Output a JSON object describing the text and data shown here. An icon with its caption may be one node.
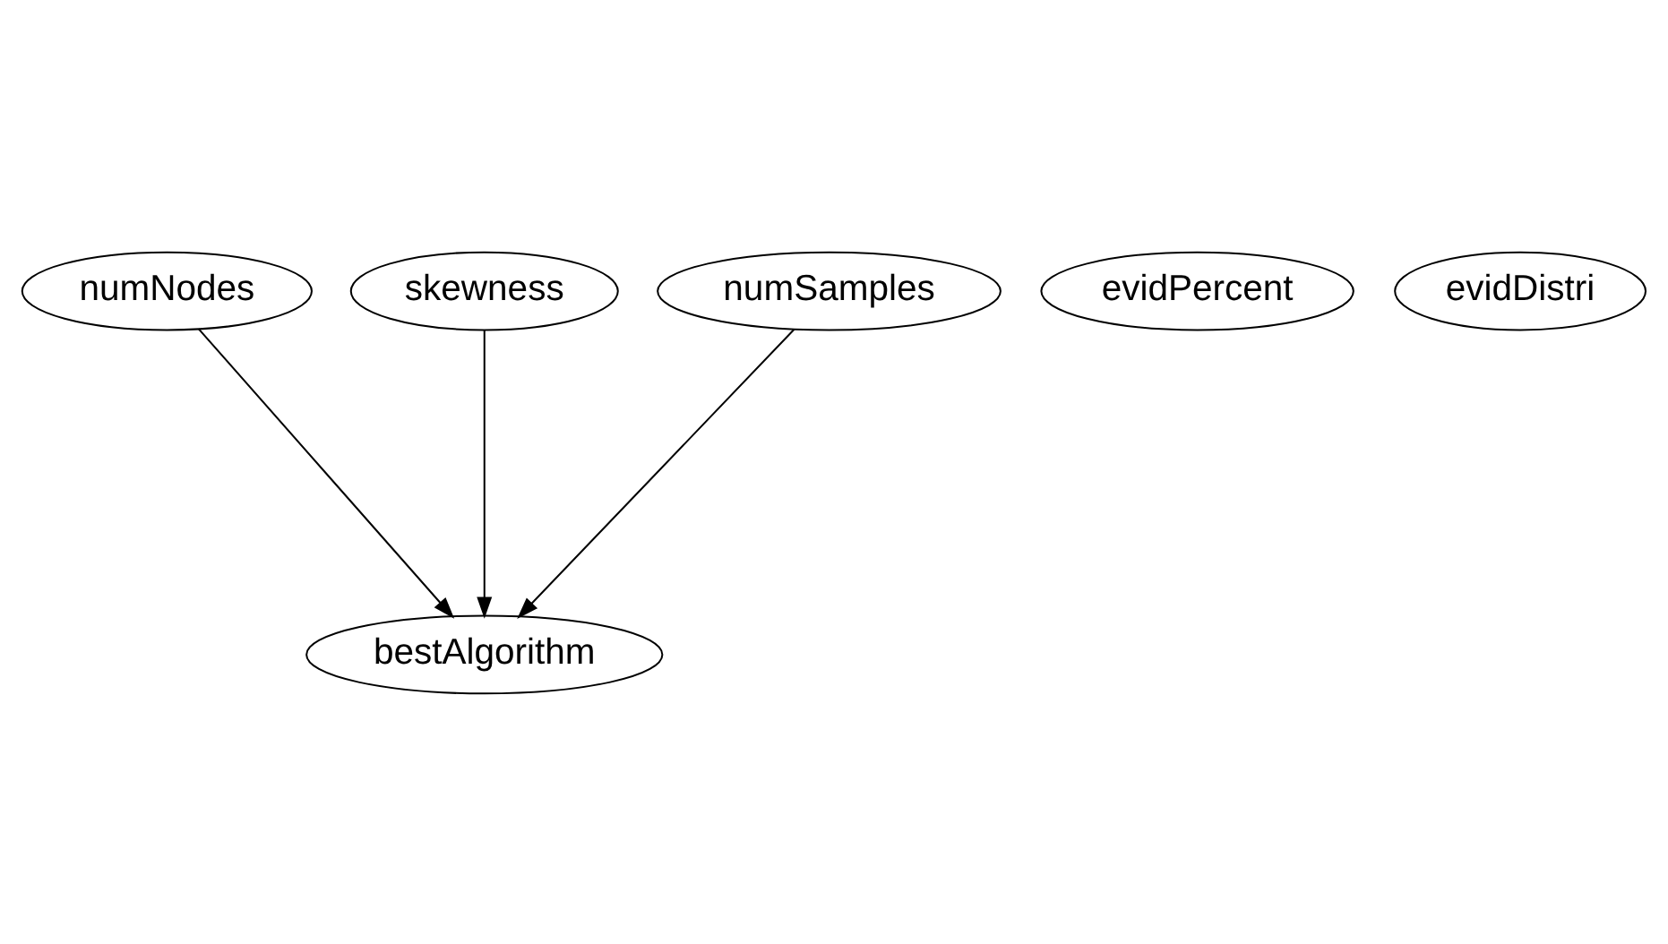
{
  "diagram": {
    "nodes": [
      {
        "text": [
          "numNodes"
        ]
      },
      {
        "text": [
          "skewness"
        ]
      },
      {
        "text": [
          "evidPercent"
        ]
      },
      {
        "text": [
          "evidDistri"
        ]
      },
      {
        "text": [
          "numSamples"
        ]
      },
      {
        "text": [
          "bestAlgorithm"
        ]
      }
    ],
    "edges": [
      {
        "from": 0,
        "to": 5,
        "arrow": "to"
      },
      {
        "from": 1,
        "to": 5,
        "arrow": "to"
      },
      {
        "from": 4,
        "to": 5,
        "arrow": "to"
      }
    ]
  }
}
